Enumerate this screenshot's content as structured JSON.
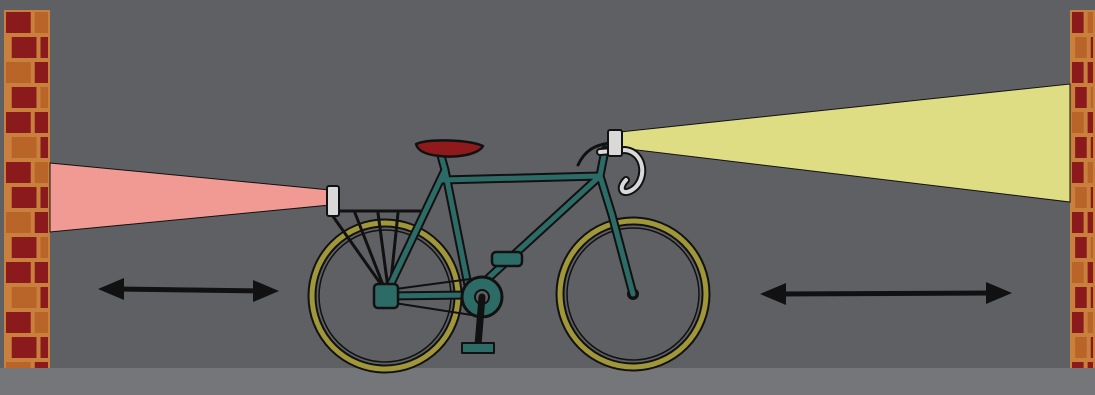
{
  "colors": {
    "background_wall": "#5f6064",
    "floor": "#75767a",
    "brick_dark": "#8a1a1c",
    "brick_light": "#b9652a",
    "mortar": "#c9803c",
    "rear_light_beam": "#f09a93",
    "front_light_beam": "#dedd84",
    "frame": "#2d6b67",
    "saddle": "#8e1a1c",
    "tire": "#a0963a",
    "outline": "#111111",
    "arrow": "#111111",
    "lamp": "#d9d9d9"
  },
  "icons": {
    "left_wall": "brick-wall",
    "right_wall": "brick-wall",
    "bicycle": "road-bicycle",
    "rear_light": "tail-lamp",
    "front_light": "head-lamp",
    "left_arrow": "double-headed-arrow",
    "right_arrow": "double-headed-arrow"
  }
}
